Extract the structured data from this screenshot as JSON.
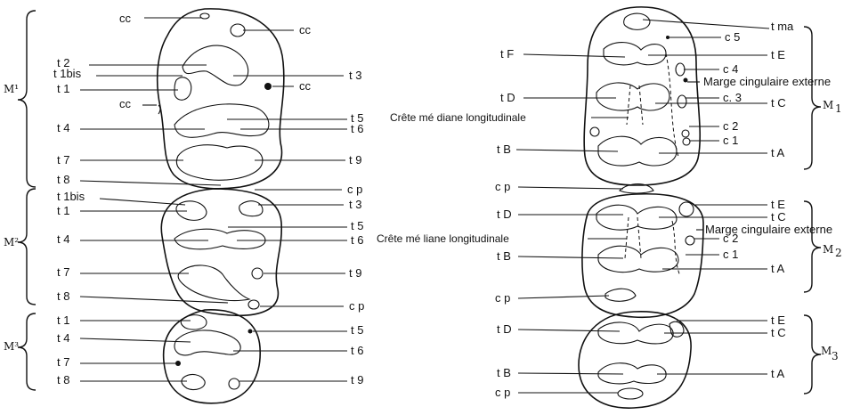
{
  "left": {
    "teeth": [
      "M¹",
      "M²",
      "M³"
    ],
    "m1_labels": {
      "cc_top": "cc",
      "cc_right1": "cc",
      "cc_right2": "cc",
      "cc_left": "cc",
      "t2": "t 2",
      "t1bis": "t 1bis",
      "t1": "t 1",
      "t3": "t 3",
      "t4": "t 4",
      "t5": "t 5",
      "t6": "t 6",
      "t7": "t 7",
      "t9": "t 9",
      "t8": "t 8",
      "cp": "c p"
    },
    "m2_labels": {
      "t1bis": "t 1bis",
      "t1": "t 1",
      "t3": "t 3",
      "t4": "t 4",
      "t5": "t 5",
      "t6": "t 6",
      "t7": "t 7",
      "t9": "t 9",
      "t8": "t 8",
      "cp": "c p"
    },
    "m3_labels": {
      "t1": "t 1",
      "t4": "t 4",
      "t5": "t 5",
      "t6": "t 6",
      "t7": "t 7",
      "t8": "t 8",
      "t9": "t 9"
    }
  },
  "right": {
    "teeth": [
      "M",
      "1",
      "M",
      "2",
      "M",
      "3"
    ],
    "m1_labels": {
      "tma": "t ma",
      "c5": "c 5",
      "tF": "t F",
      "tE": "t E",
      "c4": "c 4",
      "marge": "Marge cingulaire externe",
      "tD": "t D",
      "c3": "c. 3",
      "tC": "t C",
      "crete": "Crête mé diane longitudinale",
      "c2": "c 2",
      "c1": "c 1",
      "tB": "t B",
      "tA": "t A"
    },
    "cp1": "c p",
    "m2_labels": {
      "tE": "t E",
      "tD": "t D",
      "tC": "t C",
      "marge": "Marge cingulaire externe",
      "crete": "Crête mé liane longitudinale",
      "c2": "c 2",
      "tB": "t B",
      "c1": "c 1",
      "tA": "t A"
    },
    "cp2": "c p",
    "m3_labels": {
      "tE": "t E",
      "tD": "t D",
      "tC": "t C",
      "tB": "t B",
      "tA": "t A"
    },
    "cp3": "c p"
  }
}
